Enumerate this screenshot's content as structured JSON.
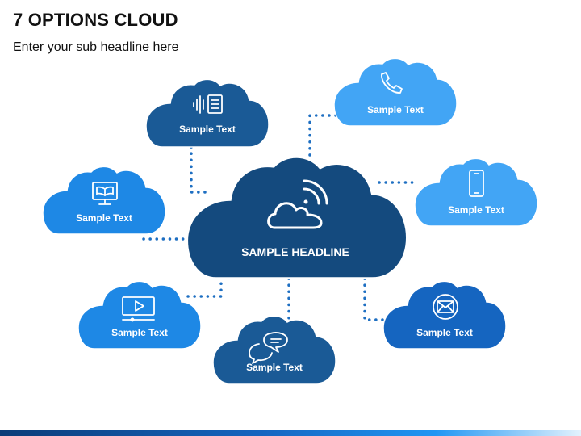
{
  "title": "7 OPTIONS CLOUD",
  "subtitle": "Enter your sub headline here",
  "center": {
    "label": "SAMPLE HEADLINE",
    "icon": "cloud-wifi-icon",
    "color": "#144a7e"
  },
  "options": [
    {
      "id": "audio",
      "label": "Sample Text",
      "icon": "audio-document-icon",
      "color": "#1a5a96"
    },
    {
      "id": "phone",
      "label": "Sample Text",
      "icon": "phone-icon",
      "color": "#42a5f5"
    },
    {
      "id": "book",
      "label": "Sample Text",
      "icon": "ebook-monitor-icon",
      "color": "#1e88e5"
    },
    {
      "id": "mobile",
      "label": "Sample Text",
      "icon": "smartphone-icon",
      "color": "#42a5f5"
    },
    {
      "id": "video",
      "label": "Sample Text",
      "icon": "video-player-icon",
      "color": "#1e88e5"
    },
    {
      "id": "chat",
      "label": "Sample Text",
      "icon": "chat-bubbles-icon",
      "color": "#1a5a96"
    },
    {
      "id": "mail",
      "label": "Sample Text",
      "icon": "envelope-icon",
      "color": "#1565c0"
    }
  ],
  "connector_color": "#1e6fc2"
}
